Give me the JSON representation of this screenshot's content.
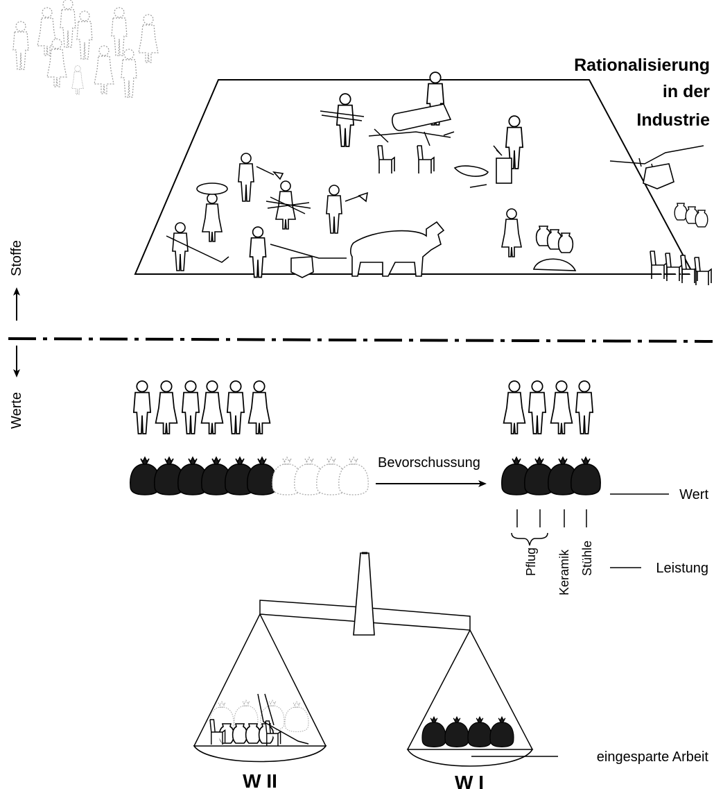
{
  "title_lines": [
    "Rationalisierung",
    "in der",
    "Industrie"
  ],
  "axis": {
    "up_label": "Stoffe",
    "down_label": "Werte"
  },
  "arrow_label": "Bevorschussung",
  "right_labels": {
    "value": "Wert",
    "performance": "Leistung",
    "saved": "eingesparte Arbeit"
  },
  "products": [
    "Pflug",
    "Keramik",
    "Stühle"
  ],
  "scale": {
    "left_pan": "W II",
    "right_pan": "W I"
  },
  "counts": {
    "workers_before": 6,
    "bags_full_before": 6,
    "bags_faded_before": 4,
    "workers_after": 4,
    "bags_after": 4,
    "bags_in_pan": 4
  },
  "colors": {
    "ink": "#000000",
    "bag_fill": "#1a1a1a",
    "faded": "#aaaaaa",
    "background": "#ffffff"
  }
}
